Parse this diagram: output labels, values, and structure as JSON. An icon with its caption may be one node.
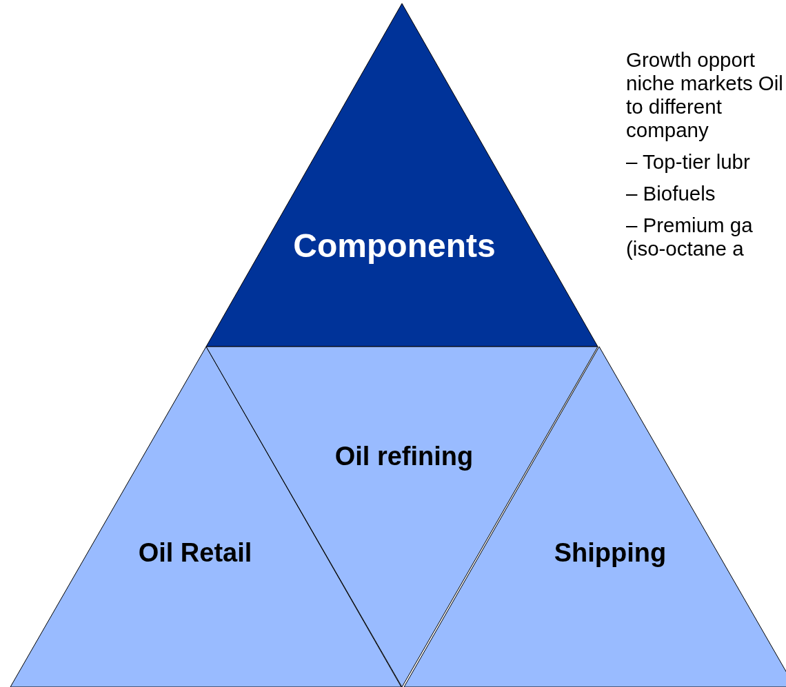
{
  "diagram": {
    "nodes": [
      {
        "text": [
          "Components"
        ]
      },
      {
        "text": [
          "Oil Retail"
        ]
      },
      {
        "text": [
          "Oil refining"
        ]
      },
      {
        "text": [
          "Shipping"
        ]
      }
    ],
    "labels": [
      "Growth opport niche markets Oil to different company",
      "– Top-tier lubr",
      "– Biofuels",
      "– Premium ga (iso-octane a"
    ]
  }
}
